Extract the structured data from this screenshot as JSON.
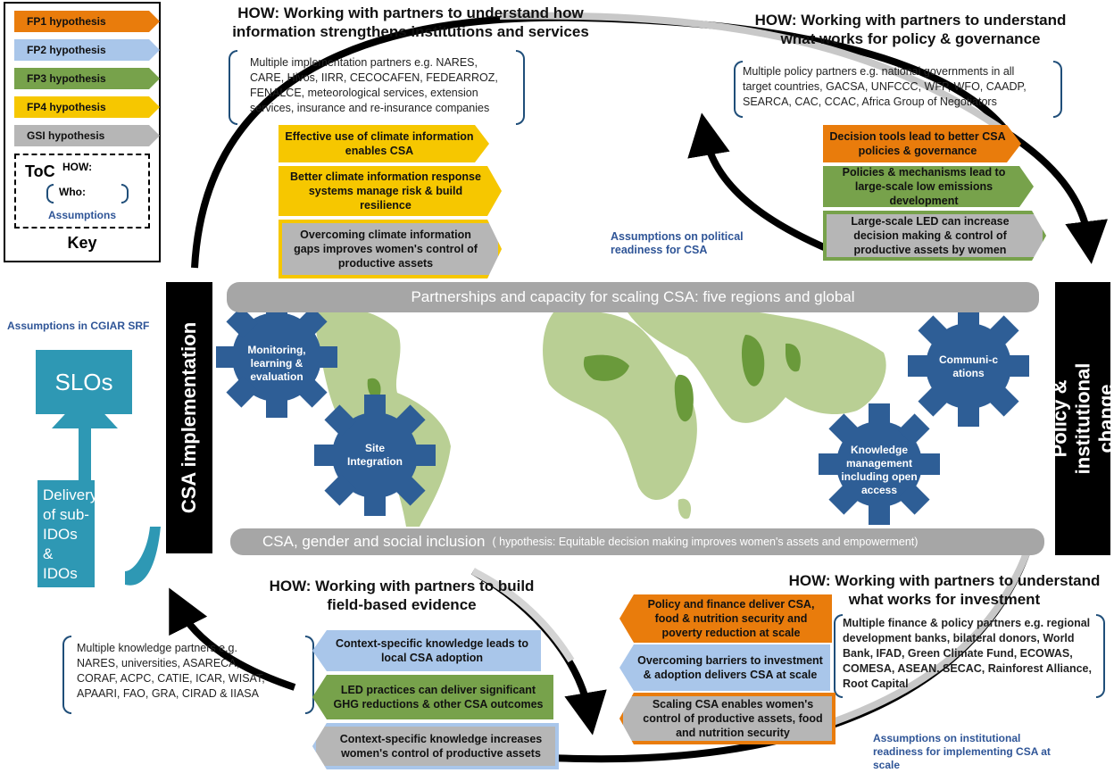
{
  "key": {
    "entries": [
      {
        "label": "FP1 hypothesis",
        "color": "#e97c0c"
      },
      {
        "label": "FP2 hypothesis",
        "color": "#a9c6ea"
      },
      {
        "label": "FP3 hypothesis",
        "color": "#77a24b"
      },
      {
        "label": "FP4 hypothesis",
        "color": "#f6c700"
      },
      {
        "label": "GSI hypothesis",
        "color": "#b6b6b6"
      }
    ],
    "toc": "ToC",
    "how": "HOW:",
    "who": "Who:",
    "assumptions": "Assumptions",
    "title": "Key"
  },
  "top_left": {
    "heading_1": "HOW: Working with partners to understand how",
    "heading_2": "information strengthens institutions and services",
    "partners": [
      "Multiple implementation partners e.g. NARES,",
      "CARE, Hivos, IIRR, CECOCAFEN, FEDEARROZ,",
      "FENALCE, meteorological services, extension",
      "services, insurance and re-insurance companies"
    ],
    "hyp_1": "Effective use of climate information enables CSA",
    "hyp_2": "Better climate information response systems manage risk & build resilience",
    "hyp_3": "Overcoming climate information gaps improves women's control of productive assets"
  },
  "top_right": {
    "heading_1": "HOW: Working with partners to understand",
    "heading_2": "what works for policy & governance",
    "partners": [
      "Multiple policy partners e.g. national governments in all",
      "target countries, GACSA, UNFCCC, WFP, WFO, CAADP,",
      "SEARCA, CAC, CCAC, Africa Group of Negotiators"
    ],
    "hyp_1": "Decision tools lead to better CSA policies & governance",
    "hyp_2": "Policies & mechanisms lead to large-scale low emissions development",
    "hyp_3": "Large-scale LED can increase decision making & control of productive assets by women",
    "assumption": "Assumptions on political readiness for CSA"
  },
  "center": {
    "top_band": "Partnerships and capacity for scaling CSA: five regions and global",
    "bottom_band_main": "CSA, gender and social inclusion",
    "bottom_band_note": "( hypothesis: Equitable decision making improves women's assets and empowerment)",
    "gears": {
      "mle": "Monitoring, learning & evaluation",
      "site": "Site Integration",
      "comm": "Communi-cations",
      "km": "Knowledge management including open access"
    }
  },
  "left": {
    "bar": "CSA implementation",
    "assumption": "Assumptions in CGIAR SRF",
    "slos": "SLOs",
    "delivery": "Delivery of sub-IDOs & IDOs"
  },
  "right": {
    "bar": "Policy & institutional change"
  },
  "bottom_left": {
    "heading_1": "HOW: Working with partners to build",
    "heading_2": "field-based evidence",
    "partners": [
      "Multiple knowledge partners e.g.",
      "NARES, universities, ASARECA,",
      "CORAF, ACPC, CATIE, ICAR, WISAT,",
      "APAARI, FAO, GRA, CIRAD & IIASA"
    ],
    "hyp_1": "Context-specific knowledge leads to local CSA adoption",
    "hyp_2": "LED practices can deliver significant GHG reductions & other CSA outcomes",
    "hyp_3": "Context-specific knowledge increases women's control of productive assets"
  },
  "bottom_right": {
    "heading_1": "HOW: Working with partners to understand",
    "heading_2": "what works for investment",
    "partners": [
      "Multiple finance & policy partners e.g. regional",
      "development banks, bilateral donors, World",
      "Bank, IFAD, Green Climate Fund, ECOWAS,",
      "COMESA, ASEAN, SECAC, Rainforest Alliance,",
      "Root Capital"
    ],
    "hyp_1": "Policy and finance deliver CSA, food & nutrition security and poverty reduction at scale",
    "hyp_2": "Overcoming barriers to investment & adoption delivers CSA at scale",
    "hyp_3": "Scaling CSA enables women's control of productive assets, food and nutrition security",
    "assumption": "Assumptions on institutional readiness for implementing CSA at scale"
  }
}
